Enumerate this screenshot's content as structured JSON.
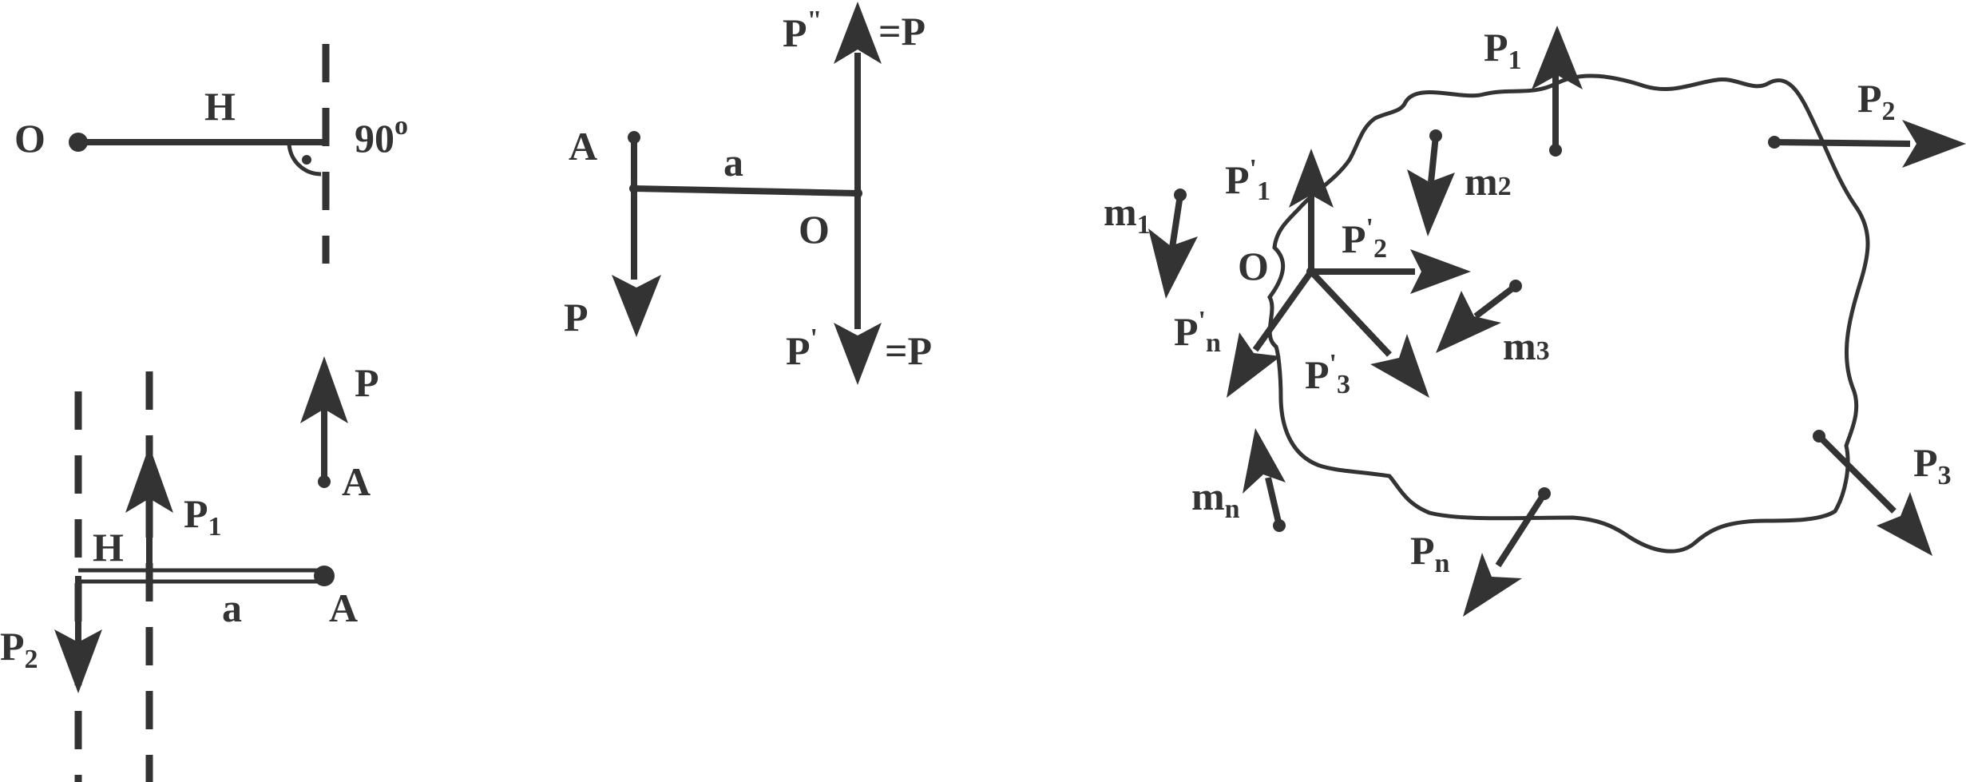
{
  "fig1": {
    "label_O": "O",
    "label_H": "H",
    "label_angle": "90",
    "label_deg": "o"
  },
  "fig2": {
    "label_P": "P",
    "label_A_top": "A",
    "label_P1": "P",
    "label_P1_sub": "1",
    "label_H": "H",
    "label_a": "a",
    "label_A": "A",
    "label_P2": "P",
    "label_P2_sub": "2"
  },
  "fig3": {
    "label_Ppp": "P",
    "label_Ppp_prime": "\"",
    "label_eqP_top": "=P",
    "label_A": "A",
    "label_a": "a",
    "label_O": "O",
    "label_P": "P",
    "label_Pp": "P",
    "label_Pp_prime": "'",
    "label_eqP_bottom": "=P"
  },
  "fig4": {
    "label_P1": "P",
    "label_P1_sub": "1",
    "label_P2": "P",
    "label_P2_sub": "2",
    "label_P3": "P",
    "label_P3_sub": "3",
    "label_Pn": "P",
    "label_Pn_sub": "n",
    "label_m1": "m",
    "label_m1_sub": "1",
    "label_m2": "m",
    "label_m2_sub": "2",
    "label_m3": "m",
    "label_m3_sub": "3",
    "label_mn": "m",
    "label_mn_sub": "n",
    "label_O": "O",
    "label_P1p": "P",
    "label_P1p_prime": "'",
    "label_P1p_sub": "1",
    "label_P2p": "P",
    "label_P2p_prime": "'",
    "label_P2p_sub": "2",
    "label_P3p": "P",
    "label_P3p_prime": "'",
    "label_P3p_sub": "3",
    "label_Pnp": "P",
    "label_Pnp_prime": "'",
    "label_Pnp_sub": "n"
  }
}
